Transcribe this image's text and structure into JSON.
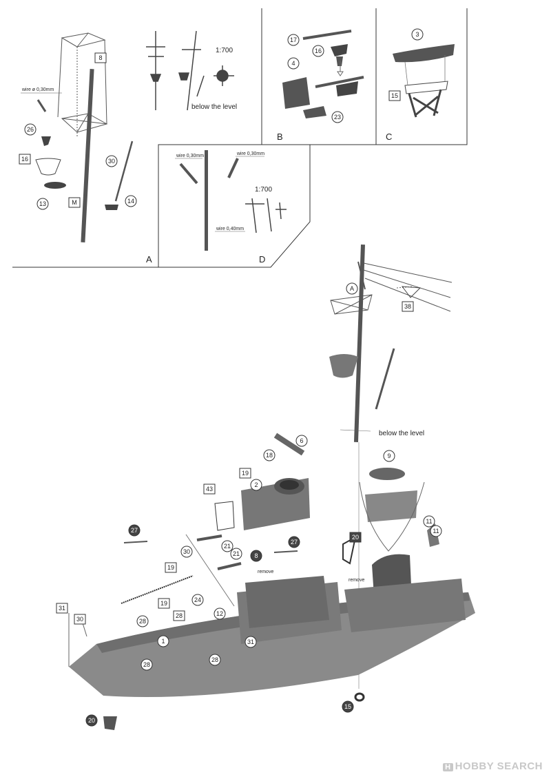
{
  "panels": {
    "a": {
      "letter": "A",
      "wire_label": "wire ø 0,30mm",
      "scale": "1:700",
      "below_level": "below the level",
      "callouts": [
        "8",
        "26",
        "16",
        "13",
        "M",
        "30",
        "14"
      ]
    },
    "b": {
      "letter": "B",
      "callouts": [
        "17",
        "16",
        "4",
        "23"
      ]
    },
    "c": {
      "letter": "C",
      "callouts": [
        "3",
        "15"
      ]
    },
    "d": {
      "letter": "D",
      "wire_left": "wire 0,30mm",
      "wire_right": "wire 0,30mm",
      "wire_bottom": "wire 0,40mm",
      "scale": "1:700"
    }
  },
  "main": {
    "below_level": "below the level",
    "remove_1": "remove",
    "remove_2": "remove",
    "callouts": {
      "a": "A",
      "n38": "38",
      "n6": "6",
      "n18": "18",
      "n19a": "19",
      "n2": "2",
      "n43": "43",
      "n9": "9",
      "n11a": "11",
      "n11b": "11",
      "n27a": "27",
      "n27b": "27",
      "n30": "30",
      "n21a": "21",
      "n21b": "21",
      "n8": "8",
      "n20a": "20",
      "n19b": "19",
      "n19c": "19",
      "n24": "24",
      "n12": "12",
      "n28a": "28",
      "n28b": "28",
      "n28c": "28",
      "n31a": "31",
      "n30b": "30",
      "n1": "1",
      "n31b": "31",
      "n15": "15",
      "n20b": "20"
    }
  },
  "watermark": {
    "badge": "H",
    "text": "HOBBY SEARCH"
  }
}
